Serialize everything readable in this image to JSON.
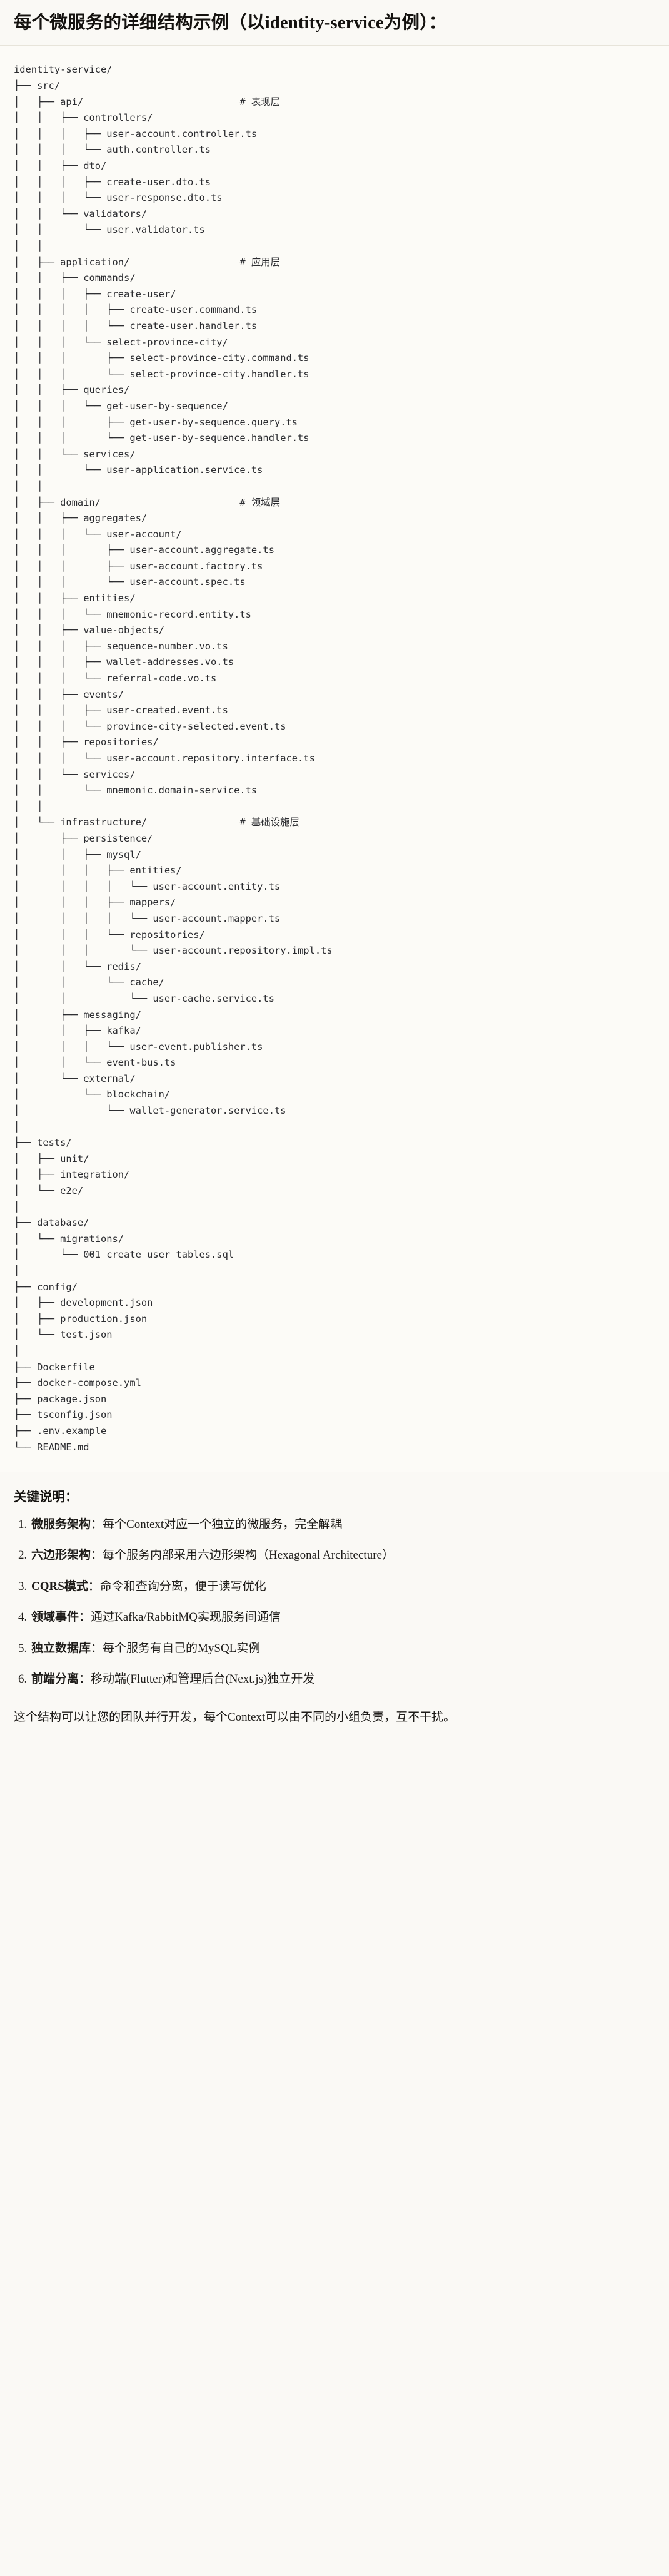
{
  "heading": "每个微服务的详细结构示例（以identity-service为例）：",
  "tree": {
    "root": "identity-service/",
    "comments": {
      "api": "# 表现层",
      "application": "# 应用层",
      "domain": "# 领域层",
      "infrastructure": "# 基础设施层"
    },
    "lines": [
      "identity-service/",
      "├── src/",
      "│   ├── api/                           # 表现层",
      "│   │   ├── controllers/",
      "│   │   │   ├── user-account.controller.ts",
      "│   │   │   └── auth.controller.ts",
      "│   │   ├── dto/",
      "│   │   │   ├── create-user.dto.ts",
      "│   │   │   └── user-response.dto.ts",
      "│   │   └── validators/",
      "│   │       └── user.validator.ts",
      "│   │",
      "│   ├── application/                   # 应用层",
      "│   │   ├── commands/",
      "│   │   │   ├── create-user/",
      "│   │   │   │   ├── create-user.command.ts",
      "│   │   │   │   └── create-user.handler.ts",
      "│   │   │   └── select-province-city/",
      "│   │   │       ├── select-province-city.command.ts",
      "│   │   │       └── select-province-city.handler.ts",
      "│   │   ├── queries/",
      "│   │   │   └── get-user-by-sequence/",
      "│   │   │       ├── get-user-by-sequence.query.ts",
      "│   │   │       └── get-user-by-sequence.handler.ts",
      "│   │   └── services/",
      "│   │       └── user-application.service.ts",
      "│   │",
      "│   ├── domain/                        # 领域层",
      "│   │   ├── aggregates/",
      "│   │   │   └── user-account/",
      "│   │   │       ├── user-account.aggregate.ts",
      "│   │   │       ├── user-account.factory.ts",
      "│   │   │       └── user-account.spec.ts",
      "│   │   ├── entities/",
      "│   │   │   └── mnemonic-record.entity.ts",
      "│   │   ├── value-objects/",
      "│   │   │   ├── sequence-number.vo.ts",
      "│   │   │   ├── wallet-addresses.vo.ts",
      "│   │   │   └── referral-code.vo.ts",
      "│   │   ├── events/",
      "│   │   │   ├── user-created.event.ts",
      "│   │   │   └── province-city-selected.event.ts",
      "│   │   ├── repositories/",
      "│   │   │   └── user-account.repository.interface.ts",
      "│   │   └── services/",
      "│   │       └── mnemonic.domain-service.ts",
      "│   │",
      "│   └── infrastructure/                # 基础设施层",
      "│       ├── persistence/",
      "│       │   ├── mysql/",
      "│       │   │   ├── entities/",
      "│       │   │   │   └── user-account.entity.ts",
      "│       │   │   ├── mappers/",
      "│       │   │   │   └── user-account.mapper.ts",
      "│       │   │   └── repositories/",
      "│       │   │       └── user-account.repository.impl.ts",
      "│       │   └── redis/",
      "│       │       └── cache/",
      "│       │           └── user-cache.service.ts",
      "│       ├── messaging/",
      "│       │   ├── kafka/",
      "│       │   │   └── user-event.publisher.ts",
      "│       │   └── event-bus.ts",
      "│       └── external/",
      "│           └── blockchain/",
      "│               └── wallet-generator.service.ts",
      "│",
      "├── tests/",
      "│   ├── unit/",
      "│   ├── integration/",
      "│   └── e2e/",
      "│",
      "├── database/",
      "│   └── migrations/",
      "│       └── 001_create_user_tables.sql",
      "│",
      "├── config/",
      "│   ├── development.json",
      "│   ├── production.json",
      "│   └── test.json",
      "│",
      "├── Dockerfile",
      "├── docker-compose.yml",
      "├── package.json",
      "├── tsconfig.json",
      "├── .env.example",
      "└── README.md"
    ]
  },
  "notes": {
    "title": "关键说明：",
    "items": [
      {
        "term": "微服务架构",
        "body": "：每个Context对应一个独立的微服务，完全解耦"
      },
      {
        "term": "六边形架构",
        "body": "：每个服务内部采用六边形架构（Hexagonal Architecture）"
      },
      {
        "term": "CQRS模式",
        "body": "：命令和查询分离，便于读写优化"
      },
      {
        "term": "领域事件",
        "body": "：通过Kafka/RabbitMQ实现服务间通信"
      },
      {
        "term": "独立数据库",
        "body": "：每个服务有自己的MySQL实例"
      },
      {
        "term": "前端分离",
        "body": "：移动端(Flutter)和管理后台(Next.js)独立开发"
      }
    ]
  },
  "closing": "这个结构可以让您的团队并行开发，每个Context可以由不同的小组负责，互不干扰。",
  "colors": {
    "page_bg": "#faf9f5",
    "code_bg": "#fcfbf7",
    "rule": "#e7e4da",
    "text": "#1a1a18",
    "code_text": "#2b2c30"
  }
}
